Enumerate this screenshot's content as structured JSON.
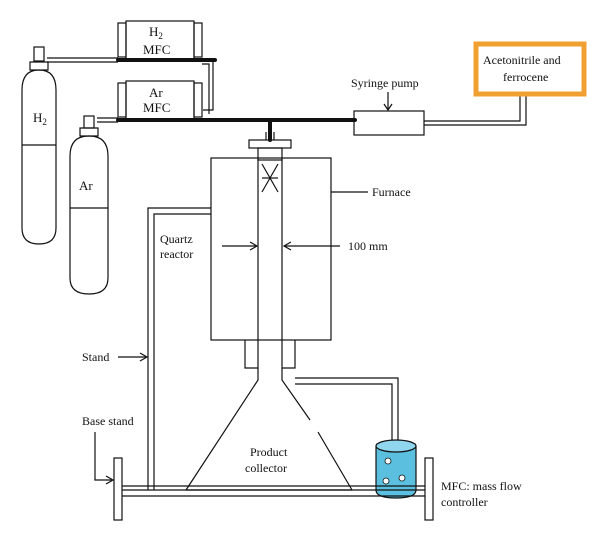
{
  "labels": {
    "h2_cylinder": "H",
    "h2_cylinder_sub": "2",
    "ar_cylinder": "Ar",
    "h2_mfc_top": "H",
    "h2_mfc_top_sub": "2",
    "h2_mfc_bottom": "MFC",
    "ar_mfc_top": "Ar",
    "ar_mfc_bottom": "MFC",
    "syringe_pump": "Syringe pump",
    "source_line1": "Acetonitrile and",
    "source_line2": "ferrocene",
    "furnace": "Furnace",
    "quartz_line1": "Quartz",
    "quartz_line2": "reactor",
    "diameter": "100 mm",
    "stand": "Stand",
    "base_stand": "Base stand",
    "collector_line1": "Product",
    "collector_line2": "collector",
    "legend_line1": "MFC: mass flow",
    "legend_line2": "controller"
  },
  "colors": {
    "source_border": "#f0a030",
    "beaker_fill": "#5bc0e0",
    "beaker_top": "#8fd6ee",
    "cylinder_stroke": "#111111"
  }
}
